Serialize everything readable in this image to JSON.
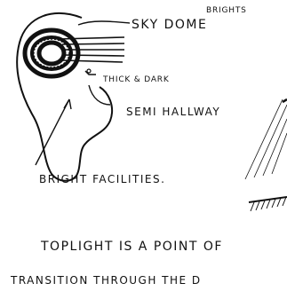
{
  "labels": {
    "sky_dome": "SKY DOME",
    "brights": "BRIGHTS",
    "thick_dark": "THICK & DARK",
    "semi_hallway": "SEMI HALLWAY",
    "bright_facilities": "BRIGHT FACILITIES."
  },
  "caption": {
    "line1": "TOPLIGHT IS A POINT OF",
    "line2": "TRANSITION THROUGH THE D"
  },
  "colors": {
    "ink": "#111111",
    "paper": "#ffffff"
  }
}
